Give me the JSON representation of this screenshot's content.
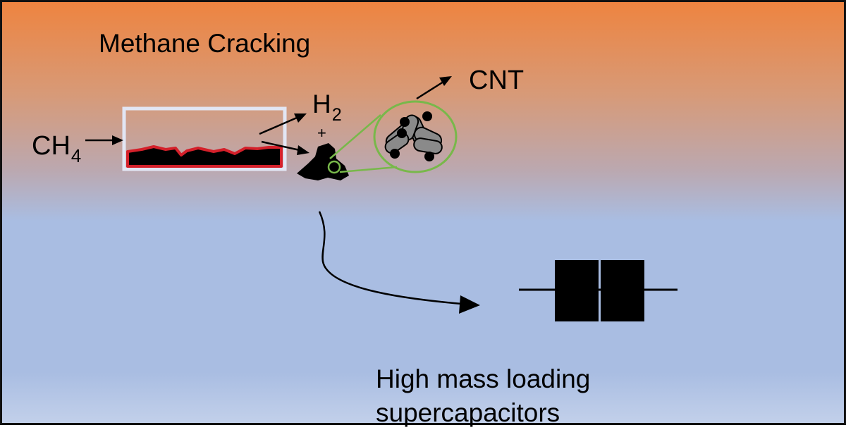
{
  "title": "Methane Cracking",
  "cnt_label": "CNT",
  "reactant": {
    "main": "CH",
    "subscript": "4"
  },
  "product_gas": {
    "main": "H",
    "subscript": "2"
  },
  "plus_sign": "+",
  "output": {
    "line1": "High mass loading",
    "line2": "supercapacitors"
  },
  "colors": {
    "top": "#ee8440",
    "bottom": "#a9bde2",
    "reactor_frame": "#e2e6f4",
    "catalyst_edge": "#d4202a",
    "zoom": "#78b84a",
    "cnt_tube": "#8a8a8a"
  }
}
